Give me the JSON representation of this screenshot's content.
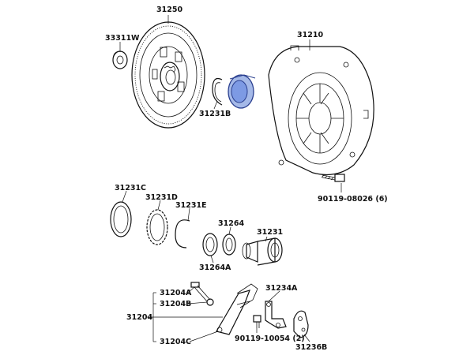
{
  "labels": {
    "clutch_disc": "31250",
    "bearing_33311": "33311W",
    "clip_31231B": "31231B",
    "release_bearing_highlighted": "",
    "cover_31210": "31210",
    "bolt_90119_08026": "90119-08026 (6)",
    "ring_31231C": "31231C",
    "ring_31231D": "31231D",
    "clip_31231E": "31231E",
    "ring_31264": "31264",
    "ring_31264A": "31264A",
    "bearing_assy_31231": "31231",
    "fork_31204": "31204",
    "sub_31204A": "31204A",
    "sub_31204B": "31204B",
    "sub_31204C": "31204C",
    "bracket_31234A": "31234A",
    "bolt_90119_10054": "90119-10054 (2)",
    "part_31236B": "31236B"
  },
  "colors": {
    "highlight": "#5b7fd6",
    "ink": "#111111"
  }
}
